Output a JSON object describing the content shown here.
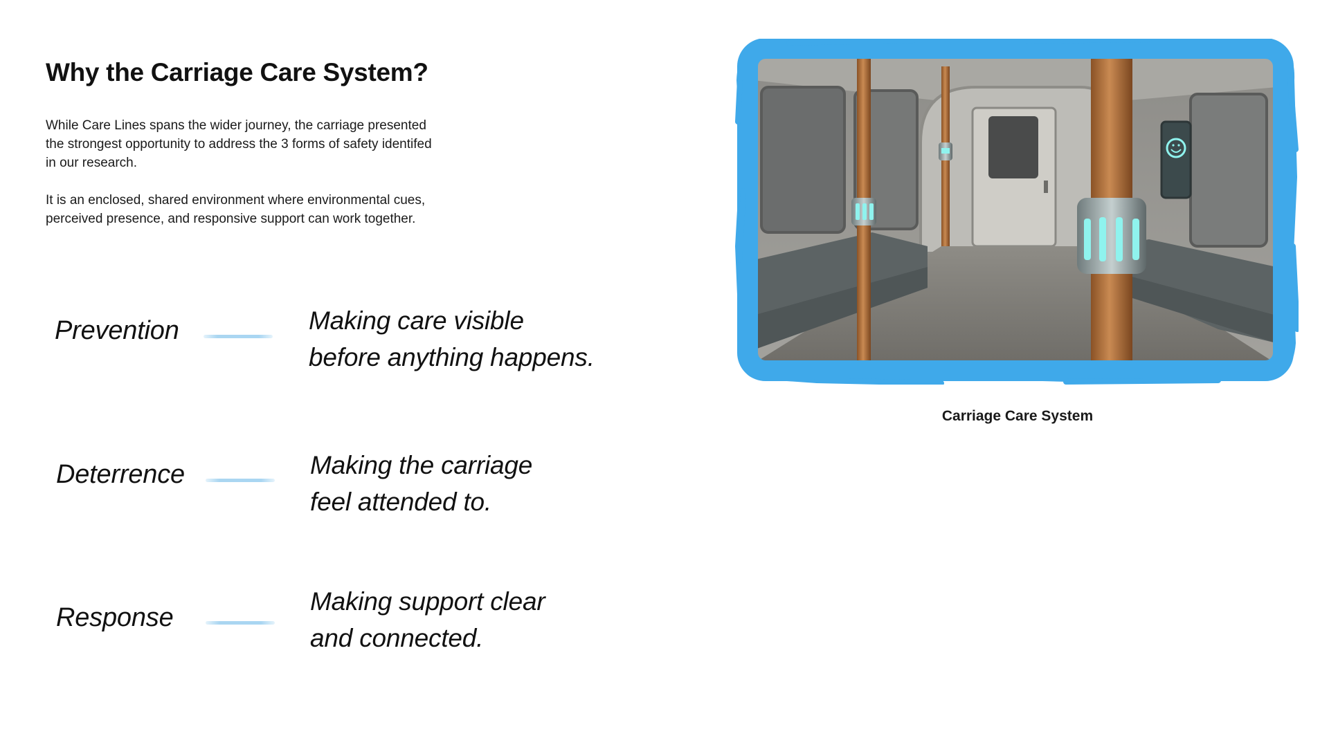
{
  "title": "Why the Carriage Care System?",
  "intro": {
    "paragraph_1_lines": [
      "While Care Lines spans the wider journey, the carriage presented",
      "the strongest opportunity to address the 3 forms of safety identifed",
      "in our research."
    ],
    "paragraph_2_lines": [
      "It is an enclosed, shared environment where environmental cues,",
      "perceived presence, and responsive support can work together."
    ]
  },
  "pillars": [
    {
      "term": "Prevention",
      "description_lines": [
        "Making care visible",
        "before anything happens."
      ]
    },
    {
      "term": "Deterrence",
      "description_lines": [
        "Making the carriage",
        "feel attended to."
      ]
    },
    {
      "term": "Response",
      "description_lines": [
        "Making support clear",
        "and connected."
      ]
    }
  ],
  "image": {
    "caption": "Carriage Care System",
    "frame_color": "#3fa9ea",
    "pole_color": "#b5733f",
    "light_color": "#8ff3ee"
  }
}
